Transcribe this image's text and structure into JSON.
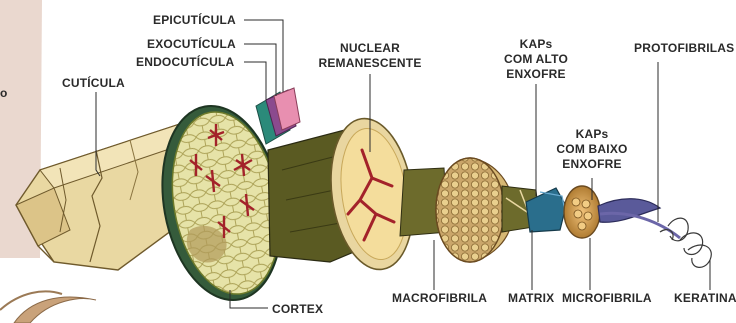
{
  "labels": {
    "epicuticula": "EPICUTÍCULA",
    "exocuticula": "EXOCUTÍCULA",
    "endocuticula": "ENDOCUTÍCULA",
    "cuticula": "CUTÍCULA",
    "nuclear_1": "NUCLEAR",
    "nuclear_2": "REMANESCENTE",
    "kaps_alto_1": "KAPs",
    "kaps_alto_2": "COM ALTO",
    "kaps_alto_3": "ENXOFRE",
    "protofibrilas": "PROTOFIBRILAS",
    "kaps_baixo_1": "KAPs",
    "kaps_baixo_2": "COM BAIXO",
    "kaps_baixo_3": "ENXOFRE",
    "cortex": "CORTEX",
    "macrofibrila": "MACROFIBRILA",
    "matrix": "MATRIX",
    "microfibrila": "MICROFIBRILA",
    "keratina": "KERATINA",
    "edge_fragment": "o"
  },
  "colors": {
    "left_panel": "#ead8cf",
    "cuticle_tan": "#e9d8a2",
    "cortex_green": "#d8dd9a",
    "dark_olive": "#5a5a22",
    "red_nucleus": "#a3222a",
    "macro_tan": "#d7b874",
    "matrix_blue": "#2a6e8c",
    "micro_orange": "#c89a4c",
    "keratin_purple": "#5a5a9a",
    "epi_teal": "#2b8a7a",
    "exo_purple": "#8b4a8e",
    "endo_pink": "#e88fb0"
  }
}
